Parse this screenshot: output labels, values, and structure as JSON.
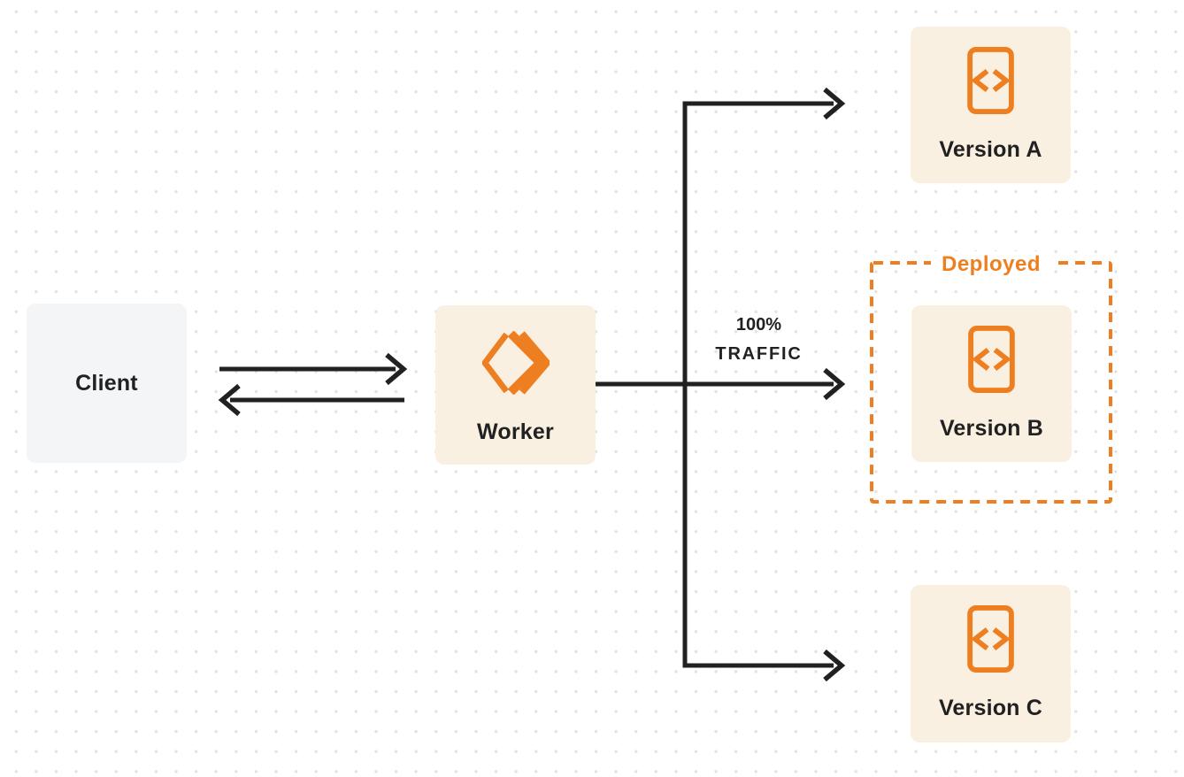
{
  "colors": {
    "orange": "#ee7f20",
    "cream": "#faf0e2",
    "gray-box": "#f4f5f6",
    "ink": "#212121",
    "dot": "#e2e2e2",
    "canvas": "#ffffff"
  },
  "diagram": {
    "client": {
      "label": "Client"
    },
    "worker": {
      "label": "Worker",
      "icon": "workers-logo-icon"
    },
    "traffic_label": {
      "line1": "100%",
      "line2": "TRAFFIC"
    },
    "deployed": {
      "label": "Deployed"
    },
    "versions": [
      {
        "label": "Version A",
        "icon": "code-file-icon"
      },
      {
        "label": "Version B",
        "icon": "code-file-icon",
        "deployed": true
      },
      {
        "label": "Version C",
        "icon": "code-file-icon"
      }
    ]
  }
}
